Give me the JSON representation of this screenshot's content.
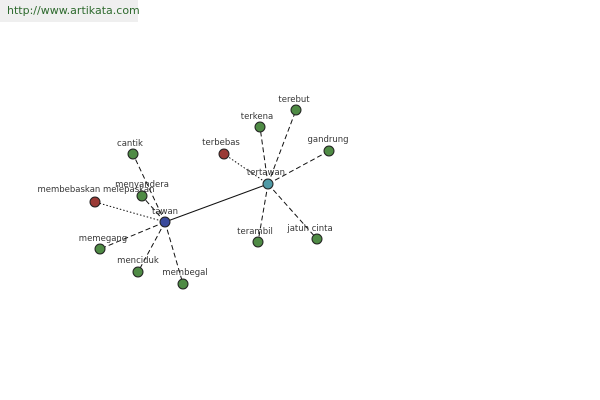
{
  "url_text": "http://www.artikata.com",
  "colors": {
    "green": "#4f8b45",
    "red": "#9a3a36",
    "blue": "#3a4a9c",
    "teal": "#4f9aa6",
    "edge": "#111111",
    "label": "#333333"
  },
  "nodes": [
    {
      "id": "tawan",
      "label": "tawan",
      "color": "blue"
    },
    {
      "id": "tertawan",
      "label": "tertawan",
      "color": "teal"
    },
    {
      "id": "cantik",
      "label": "cantik",
      "color": "green"
    },
    {
      "id": "menyandera",
      "label": "menyandera",
      "color": "green"
    },
    {
      "id": "membebaskan",
      "label": "membebaskan melepaskan",
      "color": "red"
    },
    {
      "id": "memegang",
      "label": "memegang",
      "color": "green"
    },
    {
      "id": "menciduk",
      "label": "menciduk",
      "color": "green"
    },
    {
      "id": "membegal",
      "label": "membegal",
      "color": "green"
    },
    {
      "id": "terkena",
      "label": "terkena",
      "color": "green"
    },
    {
      "id": "terebut",
      "label": "terebut",
      "color": "green"
    },
    {
      "id": "terbebas",
      "label": "terbebas",
      "color": "red"
    },
    {
      "id": "gandrung",
      "label": "gandrung",
      "color": "green"
    },
    {
      "id": "terambil",
      "label": "terambil",
      "color": "green"
    },
    {
      "id": "jatuh_cinta",
      "label": "jatuh cinta",
      "color": "green"
    }
  ],
  "edges": [
    {
      "from": "tawan",
      "to": "tertawan",
      "style": "solid"
    },
    {
      "from": "tawan",
      "to": "cantik",
      "style": "dashed"
    },
    {
      "from": "tawan",
      "to": "menyandera",
      "style": "dashed"
    },
    {
      "from": "tawan",
      "to": "membebaskan",
      "style": "dotted"
    },
    {
      "from": "tawan",
      "to": "memegang",
      "style": "dashed"
    },
    {
      "from": "tawan",
      "to": "menciduk",
      "style": "dashed"
    },
    {
      "from": "tawan",
      "to": "membegal",
      "style": "dashed"
    },
    {
      "from": "tertawan",
      "to": "terkena",
      "style": "dashed"
    },
    {
      "from": "tertawan",
      "to": "terebut",
      "style": "dashed"
    },
    {
      "from": "tertawan",
      "to": "terbebas",
      "style": "dotted"
    },
    {
      "from": "tertawan",
      "to": "gandrung",
      "style": "dashed"
    },
    {
      "from": "tertawan",
      "to": "terambil",
      "style": "dashed"
    },
    {
      "from": "tertawan",
      "to": "jatuh_cinta",
      "style": "dashed"
    }
  ]
}
